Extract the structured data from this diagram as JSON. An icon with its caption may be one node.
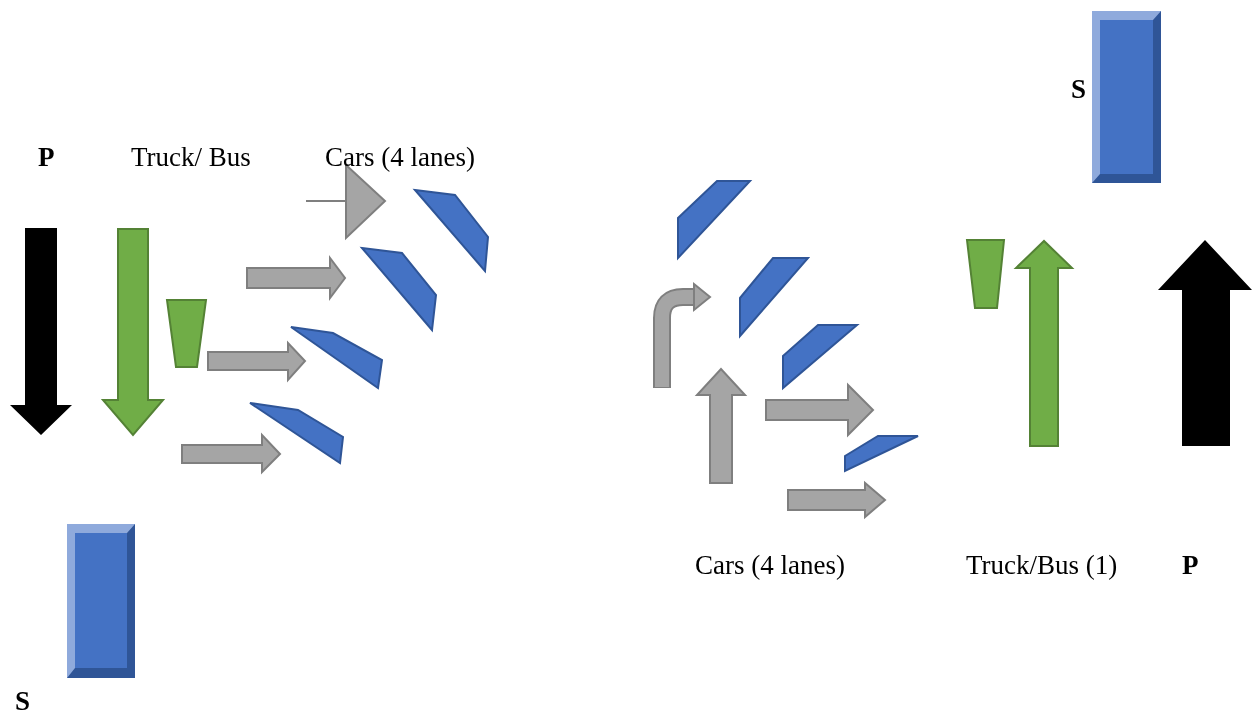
{
  "diagram": {
    "labels": [
      "S",
      "P",
      "Truck/ Bus",
      "Cars (4 lanes)",
      "Cars (4 lanes)",
      "Truck/Bus (1)",
      "P",
      "S"
    ]
  }
}
